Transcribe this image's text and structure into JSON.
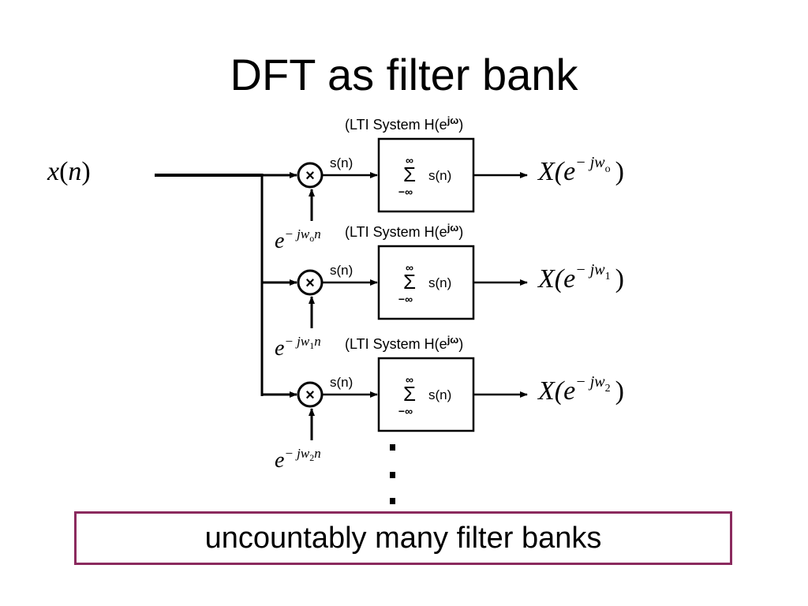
{
  "title": "DFT as filter bank",
  "input": {
    "var": "x",
    "arg": "n"
  },
  "stages": [
    {
      "system_label": "(LTI System H(e",
      "system_sup": "jω",
      "system_close": ")",
      "signal_label": "s(n)",
      "sum_text": "s(n)",
      "sum_top": "∞",
      "sum_bottom": "−∞",
      "mod_base": "e",
      "mod_exp_pre": "− jw",
      "mod_sub": "o",
      "mod_exp_post": "n",
      "out_fn": "X",
      "out_base": "(e",
      "out_exp": "− jw",
      "out_sub": "o",
      "out_close": ")"
    },
    {
      "system_label": "(LTI System H(e",
      "system_sup": "jω",
      "system_close": ")",
      "signal_label": "s(n)",
      "sum_text": "s(n)",
      "sum_top": "∞",
      "sum_bottom": "−∞",
      "mod_base": "e",
      "mod_exp_pre": "− jw",
      "mod_sub": "1",
      "mod_exp_post": "n",
      "out_fn": "X",
      "out_base": "(e",
      "out_exp": "− jw",
      "out_sub": "1",
      "out_close": ")"
    },
    {
      "system_label": "(LTI System H(e",
      "system_sup": "jω",
      "system_close": ")",
      "signal_label": "s(n)",
      "sum_text": "s(n)",
      "sum_top": "∞",
      "sum_bottom": "−∞",
      "mod_base": "e",
      "mod_exp_pre": "− jw",
      "mod_sub": "2",
      "mod_exp_post": "n",
      "out_fn": "X",
      "out_base": "(e",
      "out_exp": "− jw",
      "out_sub": "2",
      "out_close": ")"
    }
  ],
  "multiplier_symbol": "×",
  "callout": "uncountably many filter banks"
}
